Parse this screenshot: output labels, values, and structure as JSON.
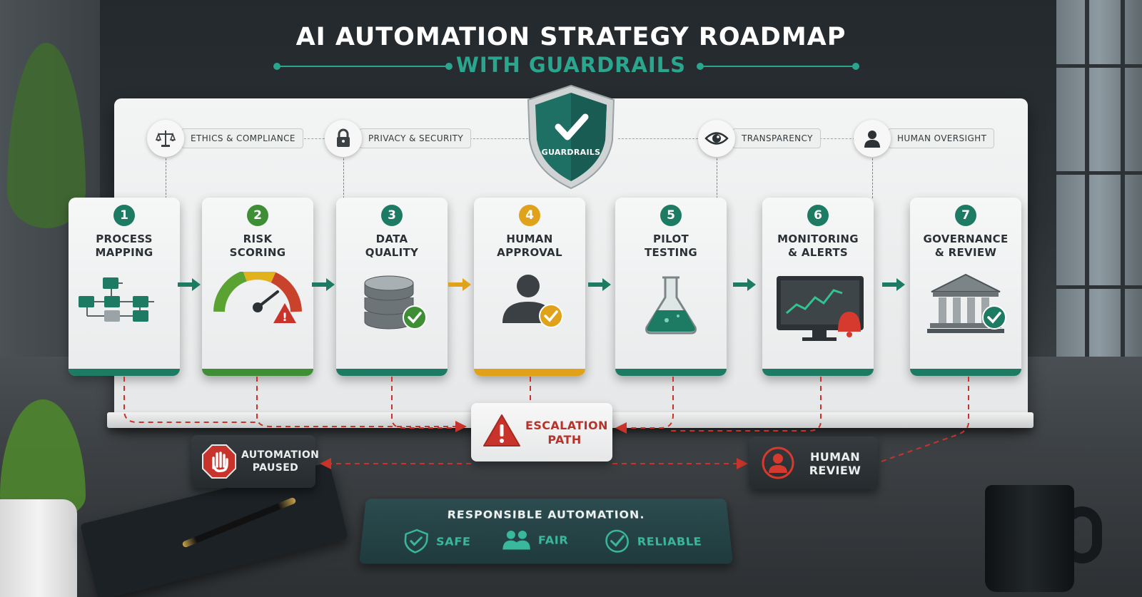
{
  "header": {
    "title": "AI AUTOMATION STRATEGY ROADMAP",
    "subtitle": "WITH GUARDRAILS"
  },
  "guardrails": {
    "shield_label": "GUARDRAILS",
    "items": [
      {
        "label": "ETHICS & COMPLIANCE",
        "icon": "scales-icon"
      },
      {
        "label": "PRIVACY & SECURITY",
        "icon": "lock-icon"
      },
      {
        "label": "TRANSPARENCY",
        "icon": "eye-icon"
      },
      {
        "label": "HUMAN OVERSIGHT",
        "icon": "person-icon"
      }
    ]
  },
  "steps": [
    {
      "number": "1",
      "line1": "PROCESS",
      "line2": "MAPPING",
      "color": "#1d7a63",
      "icon": "flowchart-icon"
    },
    {
      "number": "2",
      "line1": "RISK",
      "line2": "SCORING",
      "color": "#3e8e35",
      "icon": "gauge-warning-icon"
    },
    {
      "number": "3",
      "line1": "DATA",
      "line2": "QUALITY",
      "color": "#1d7a63",
      "icon": "database-check-icon"
    },
    {
      "number": "4",
      "line1": "HUMAN",
      "line2": "APPROVAL",
      "color": "#e0a21a",
      "icon": "user-check-icon"
    },
    {
      "number": "5",
      "line1": "PILOT",
      "line2": "TESTING",
      "color": "#1d7a63",
      "icon": "flask-icon"
    },
    {
      "number": "6",
      "line1": "MONITORING",
      "line2": "& ALERTS",
      "color": "#1d7a63",
      "icon": "monitor-bell-icon"
    },
    {
      "number": "7",
      "line1": "GOVERNANCE",
      "line2": "& REVIEW",
      "color": "#1d7a63",
      "icon": "building-check-icon"
    }
  ],
  "escalation": {
    "line1": "ESCALATION",
    "line2": "PATH",
    "paused_line1": "AUTOMATION",
    "paused_line2": "PAUSED",
    "review_line1": "HUMAN",
    "review_line2": "REVIEW"
  },
  "footer": {
    "title": "RESPONSIBLE AUTOMATION.",
    "items": [
      {
        "label": "SAFE",
        "icon": "shield-check-icon"
      },
      {
        "label": "FAIR",
        "icon": "people-icon"
      },
      {
        "label": "RELIABLE",
        "icon": "check-circle-icon"
      }
    ]
  },
  "colors": {
    "teal": "#1d7a63",
    "accent_teal": "#2aa58e",
    "amber": "#e0a21a",
    "green": "#3e8e35",
    "alert_red": "#c8342b"
  }
}
